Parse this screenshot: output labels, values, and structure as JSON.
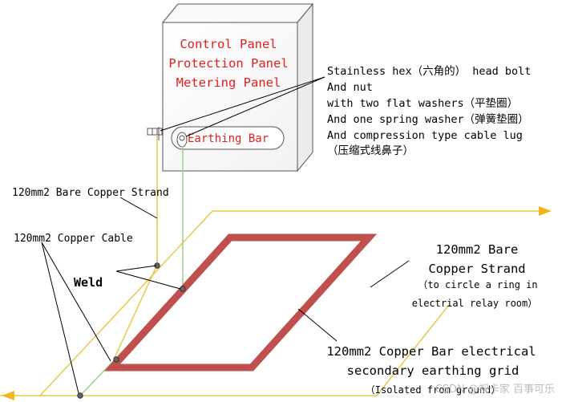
{
  "cabinet": {
    "lines": [
      "Control Panel",
      "Protection Panel",
      "Metering Panel"
    ],
    "earthing_bar": "Earthing Bar",
    "text_color": "#e02020"
  },
  "callouts": {
    "bolt": [
      "Stainless hex（六角的） head bolt",
      "And nut",
      "with two flat washers（平垫圈）",
      "And one spring washer（弹簧垫圈）",
      "And compression type cable lug",
      "（压缩式线鼻子）"
    ],
    "bare_strand_top": "120mm2 Bare Copper Strand",
    "copper_cable": "120mm2 Copper Cable",
    "weld": "Weld",
    "bare_strand_right": [
      "120mm2 Bare",
      "Copper Strand",
      "（to circle a ring in",
      "electrial relay room）"
    ],
    "grid": [
      "120mm2 Copper Bar electrical",
      "secondary earthing grid",
      "（Isolated from ground）"
    ]
  },
  "watermark": "CSDN @祝卡家 百事可乐",
  "colors": {
    "grid_bar": "#c0504d",
    "bare_wire": "#e8c84a",
    "cable_wire": "#9fd08a",
    "arrow": "#f2b51d",
    "frame": "#e8d04a",
    "text": "#000000"
  }
}
